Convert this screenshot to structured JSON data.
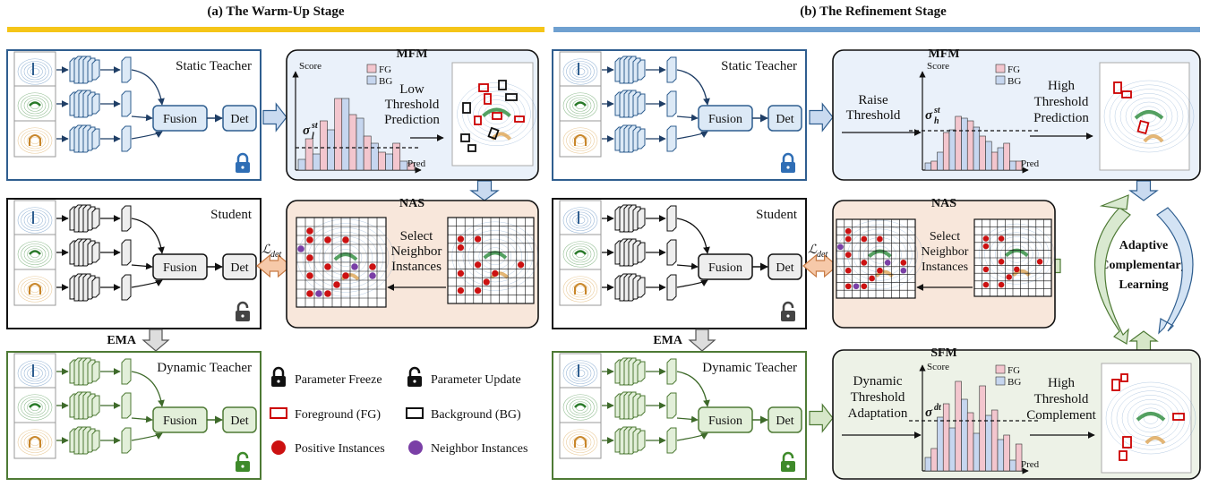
{
  "stages": {
    "warmup_title": "(a) The Warm-Up Stage",
    "refine_title": "(b) The Refinement Stage"
  },
  "labels": {
    "static_teacher": "Static Teacher",
    "student": "Student",
    "dynamic_teacher": "Dynamic Teacher",
    "fusion": "Fusion",
    "det": "Det",
    "ema": "EMA",
    "l_det": "ℒ",
    "l_det_sub": "det",
    "mfm": "MFM",
    "nas": "NAS",
    "sfm": "SFM",
    "score": "Score",
    "pred": "Pred",
    "fg": "FG",
    "bg": "BG",
    "low_threshold_prediction": [
      "Low",
      "Threshold",
      "Prediction"
    ],
    "sigma_l": "σ",
    "sigma_l_sup": "st",
    "sigma_l_sub": "l",
    "select_neighbor": [
      "Select",
      "Neighbor",
      "Instances"
    ],
    "raise_threshold": [
      "Raise",
      "Threshold"
    ],
    "sigma_h": "σ",
    "sigma_h_sup": "st",
    "sigma_h_sub": "h",
    "high_threshold_prediction": [
      "High",
      "Threshold",
      "Prediction"
    ],
    "dynamic_threshold_adaptation": [
      "Dynamic",
      "Threshold",
      "Adaptation"
    ],
    "sigma_dt": "σ",
    "sigma_dt_sup": "dt",
    "high_threshold_complement": [
      "High",
      "Threshold",
      "Complement"
    ],
    "adaptive_complementary_learning": [
      "Adaptive",
      "Complementary",
      "Learning"
    ]
  },
  "legend": {
    "parameter_freeze": "Parameter Freeze",
    "parameter_update": "Parameter Update",
    "foreground": "Foreground (FG)",
    "background": "Background (BG)",
    "positive_instances": "Positive Instances",
    "neighbor_instances": "Neighbor Instances"
  },
  "colors": {
    "accent_yellow": "#F5C518",
    "accent_blue": "#6FA0D0",
    "static_border": "#2F5E8F",
    "static_fill": "#DCE9F6",
    "student_fill": "#EEEEEE",
    "dynamic_border": "#4E7A35",
    "dynamic_fill": "#E2EFD9",
    "mfm_fill": "#EAF1FA",
    "nas_fill": "#F8E7DB",
    "sfm_fill": "#EDF2E7",
    "fg_bar": "#F3C6CE",
    "bg_bar": "#C6D6EF",
    "positive_dot": "#CC1111",
    "neighbor_dot": "#7A3FA6"
  },
  "icons": [
    "lock-closed-icon",
    "lock-open-icon",
    "arrow-icon",
    "lidar-scan-icon"
  ]
}
